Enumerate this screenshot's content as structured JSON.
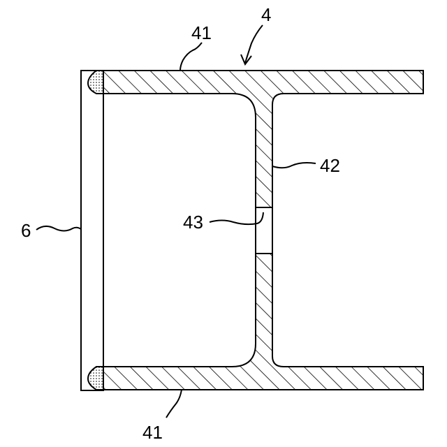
{
  "labels": {
    "beam": "4",
    "flange_top": "41",
    "flange_bottom": "41",
    "web": "42",
    "opening": "43",
    "plate": "6"
  }
}
